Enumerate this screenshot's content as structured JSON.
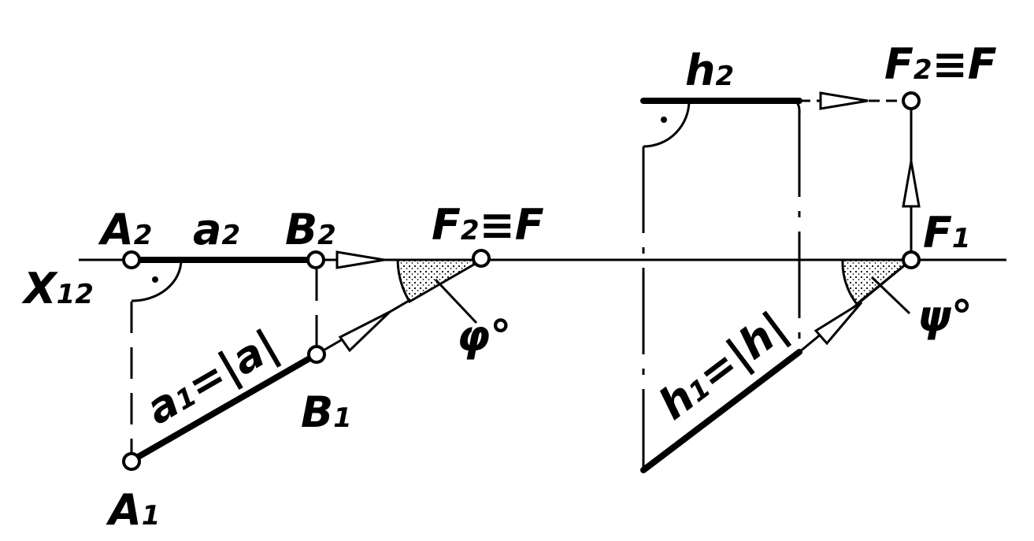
{
  "labels": {
    "x_axis": "X",
    "x_axis_sub": "12",
    "A2": "A",
    "A2_sub": "2",
    "a2": "a",
    "a2_sub": "2",
    "B2": "B",
    "B2_sub": "2",
    "F2_left": "F",
    "F2_left_sub": "2",
    "F_left_rest": "≡F",
    "phi": "φ°",
    "a1_main": "a",
    "a1_sub": "1",
    "a1_rest": "=|a|",
    "B1": "B",
    "B1_sub": "1",
    "A1": "A",
    "A1_sub": "1",
    "h2": "h",
    "h2_sub": "2",
    "F2_right": "F",
    "F2_right_sub": "2",
    "F_right_rest": "≡F",
    "F1": "F",
    "F1_sub": "1",
    "h1_main": "h",
    "h1_sub": "1",
    "h1_rest": "=|h|",
    "psi": "ψ°",
    "right_angle_dot": "•"
  }
}
